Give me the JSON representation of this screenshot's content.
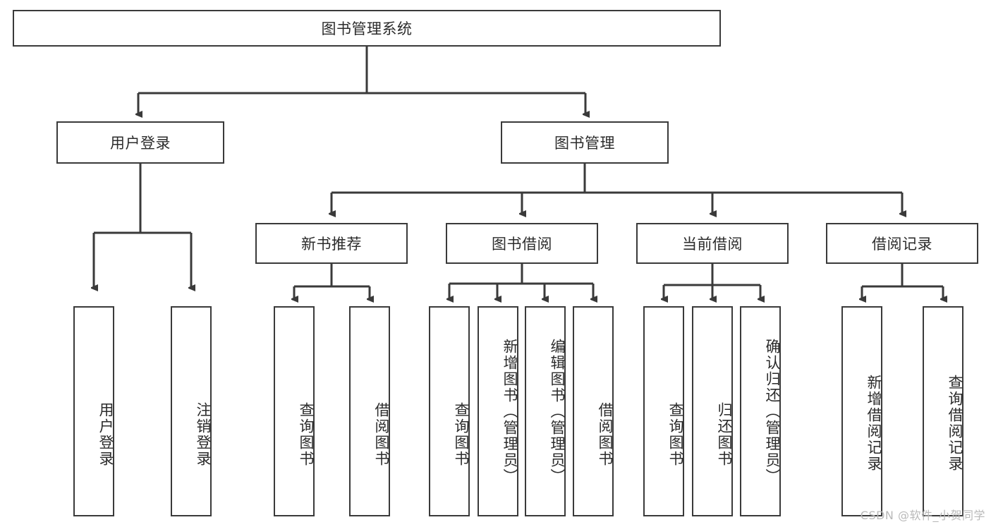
{
  "diagram": {
    "title": "图书管理系统",
    "type": "tree-hierarchy-diagram",
    "root": {
      "label": "图书管理系统"
    },
    "level2": [
      {
        "label": "用户登录"
      },
      {
        "label": "图书管理"
      }
    ],
    "level3": [
      {
        "label": "新书推荐"
      },
      {
        "label": "图书借阅"
      },
      {
        "label": "当前借阅"
      },
      {
        "label": "借阅记录"
      }
    ],
    "leaves": [
      {
        "label": "用户登录",
        "parent": "用户登录"
      },
      {
        "label": "注销登录",
        "parent": "用户登录"
      },
      {
        "label": "查询图书",
        "parent": "新书推荐"
      },
      {
        "label": "借阅图书",
        "parent": "新书推荐"
      },
      {
        "label": "查询图书",
        "parent": "图书借阅"
      },
      {
        "label": "新增图书（管理员）",
        "parent": "图书借阅"
      },
      {
        "label": "编辑图书（管理员）",
        "parent": "图书借阅"
      },
      {
        "label": "借阅图书",
        "parent": "图书借阅"
      },
      {
        "label": "查询图书",
        "parent": "当前借阅"
      },
      {
        "label": "归还图书",
        "parent": "当前借阅"
      },
      {
        "label": "确认归还（管理员）",
        "parent": "当前借阅"
      },
      {
        "label": "新增借阅记录",
        "parent": "借阅记录"
      },
      {
        "label": "查询借阅记录",
        "parent": "借阅记录"
      }
    ]
  },
  "watermark": {
    "text": "CSDN @软件_小贺同学"
  },
  "colors": {
    "stroke": "#3a3a3a",
    "background": "#ffffff",
    "text": "#2b2b2b",
    "watermark": "#b9b9b9"
  }
}
